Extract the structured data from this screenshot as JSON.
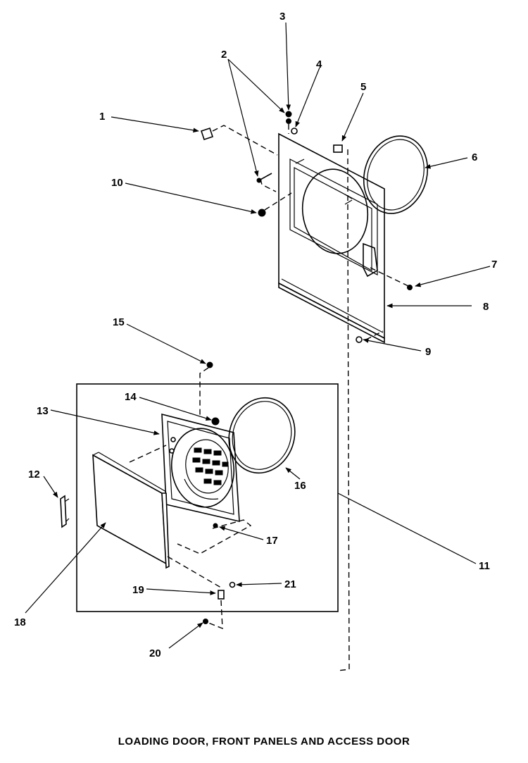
{
  "caption": "LOADING DOOR, FRONT PANELS AND ACCESS DOOR",
  "callouts": [
    "1",
    "2",
    "3",
    "4",
    "5",
    "6",
    "7",
    "8",
    "9",
    "10",
    "11",
    "12",
    "13",
    "14",
    "15",
    "16",
    "17",
    "18",
    "19",
    "20",
    "21"
  ]
}
